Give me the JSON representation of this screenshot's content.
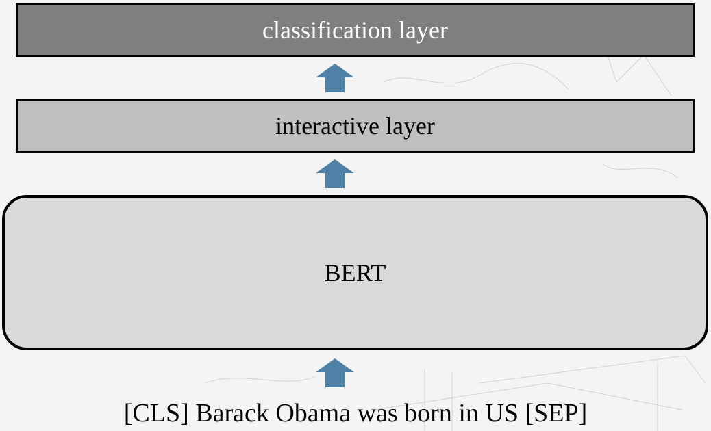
{
  "layers": {
    "classification": "classification layer",
    "interactive": "interactive layer",
    "encoder": "BERT"
  },
  "input": "[CLS] Barack Obama was born in US [SEP]",
  "colors": {
    "classification_fill": "#7f7f7f",
    "interactive_fill": "#bfbfbf",
    "encoder_fill": "#d9d9d9",
    "arrow": "#4f81a6"
  }
}
